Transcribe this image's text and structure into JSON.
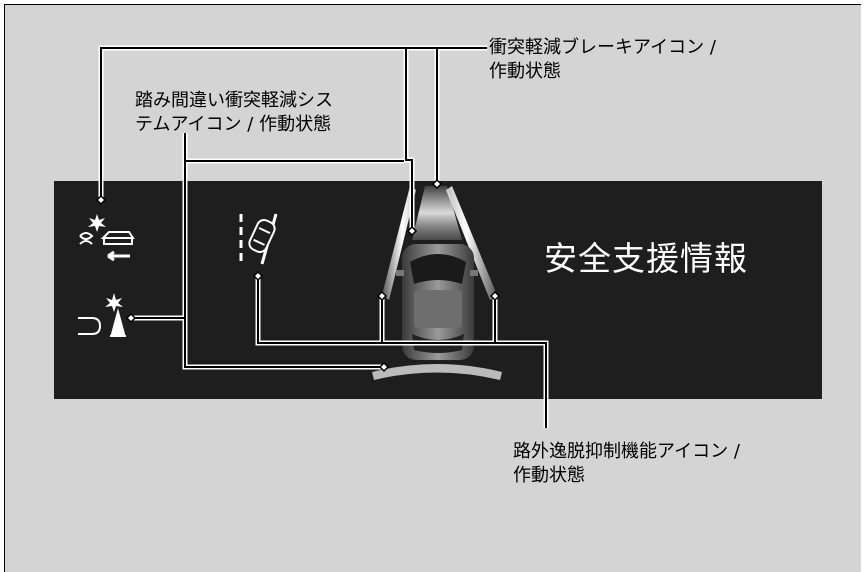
{
  "panel": {
    "title": "安全支援情報",
    "background": "#1e1e1e",
    "text_color": "#ffffff"
  },
  "callouts": {
    "cmbs": {
      "line1": "衝突軽減ブレーキアイコン /",
      "line2": "作動状態"
    },
    "pedal_misapplication": {
      "line1": "踏み間違い衝突軽減シス",
      "line2": "テムアイコン / 作動状態"
    },
    "road_departure": {
      "line1": "路外逸脱抑制機能アイコン /",
      "line2": "作動状態"
    }
  },
  "icons": [
    "cmbs-icon",
    "pedal-misapplication-icon",
    "road-departure-mitigation-icon",
    "vehicle-top-view-icon"
  ]
}
